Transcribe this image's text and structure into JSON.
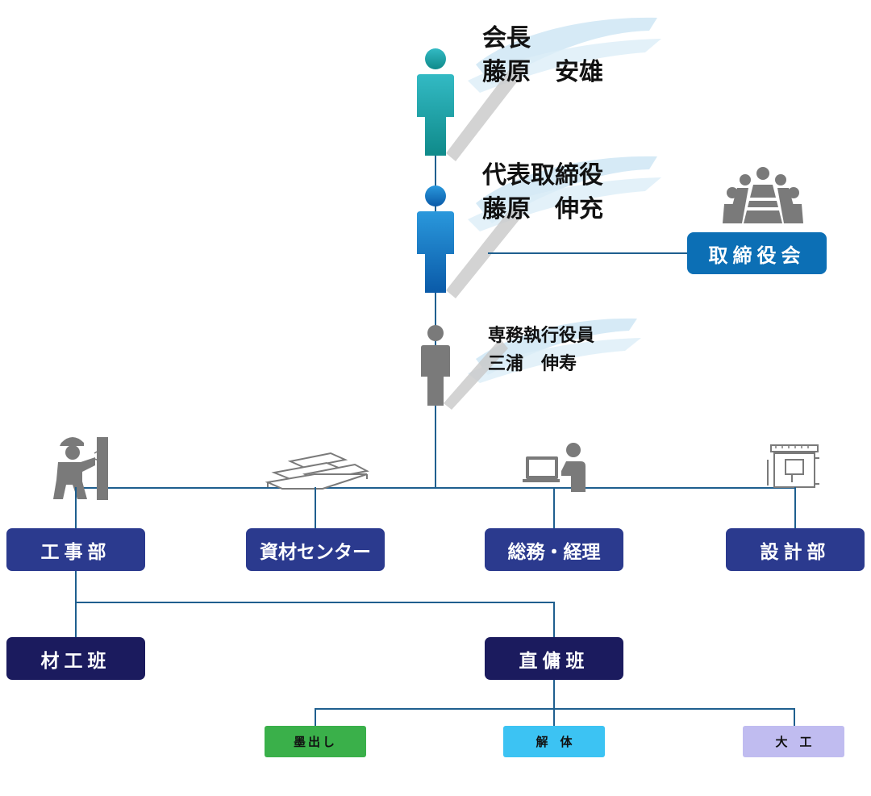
{
  "executives": [
    {
      "title": "会長",
      "name": "藤原　安雄",
      "color": "#1aa3a8"
    },
    {
      "title": "代表取締役",
      "name": "藤原　伸充",
      "color": "#1a78c8"
    },
    {
      "title": "専務執行役員",
      "name": "三浦　伸寿",
      "color": "#777777"
    }
  ],
  "board": {
    "label": "取締役会",
    "color": "#0c6fb5"
  },
  "departments": [
    {
      "label": "工事部",
      "icon": "construction-worker-icon"
    },
    {
      "label": "資材センター",
      "icon": "lumber-stack-icon"
    },
    {
      "label": "総務・経理",
      "icon": "office-worker-computer-icon"
    },
    {
      "label": "設計部",
      "icon": "blueprint-icon"
    }
  ],
  "sections": [
    {
      "label": "材工班"
    },
    {
      "label": "直傭班"
    }
  ],
  "teams": [
    {
      "label": "墨出し",
      "color": "#3ab04a"
    },
    {
      "label": "解　体",
      "color": "#3cc3f3"
    },
    {
      "label": "大　工",
      "color": "#c0bcf0"
    }
  ],
  "colors": {
    "line": "#1f5f8f",
    "dept": "#2b3a8e",
    "section": "#1b1b5e"
  }
}
